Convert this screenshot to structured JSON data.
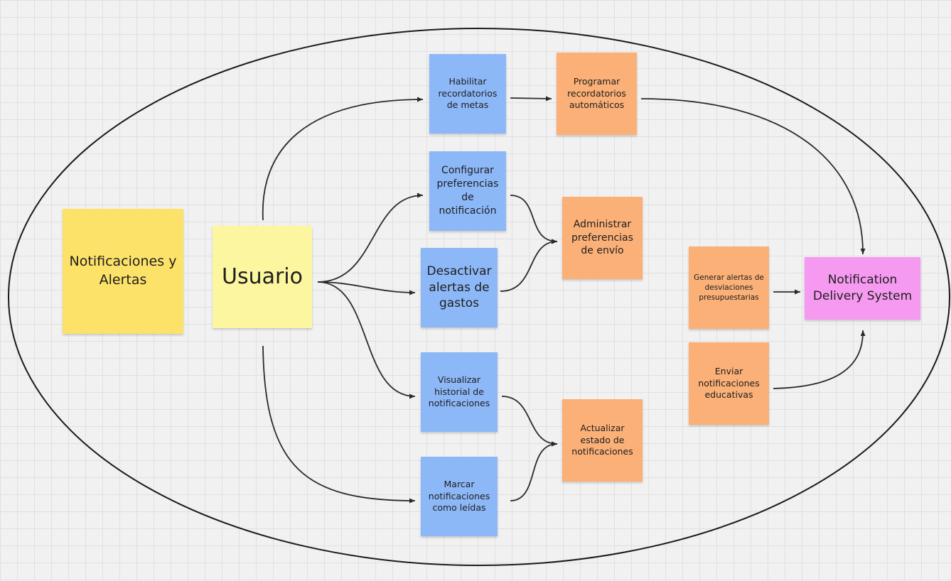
{
  "boundary": {
    "label": ""
  },
  "stickies": {
    "title": "Notificaciones y Alertas",
    "actor": "Usuario",
    "habilitar": "Habilitar recordatorios de metas",
    "configurar": "Configurar preferencias de notificación",
    "desactivar": "Desactivar alertas de gastos",
    "visualizar": "Visualizar historial de notificaciones",
    "marcar": "Marcar notificaciones como leídas",
    "programar": "Programar recordatorios automáticos",
    "administrar": "Administrar preferencias de envío",
    "actualizar": "Actualizar estado de notificaciones",
    "generar": "Generar alertas de desviaciones presupuestarias",
    "enviar": "Enviar notificaciones educativas",
    "system": "Notification Delivery System"
  },
  "colors": {
    "yellow": "#fde26a",
    "light_yellow": "#fcf6a0",
    "blue": "#8db8f8",
    "orange": "#fbb077",
    "pink": "#f59af0",
    "line": "#2a2a2a",
    "grid_background": "#f1f1f1"
  },
  "connectors": [
    {
      "from": "actor",
      "to": "habilitar"
    },
    {
      "from": "actor",
      "to": "configurar"
    },
    {
      "from": "actor",
      "to": "desactivar"
    },
    {
      "from": "actor",
      "to": "visualizar"
    },
    {
      "from": "actor",
      "to": "marcar"
    },
    {
      "from": "habilitar",
      "to": "programar"
    },
    {
      "from": "configurar",
      "to": "administrar"
    },
    {
      "from": "desactivar",
      "to": "administrar"
    },
    {
      "from": "visualizar",
      "to": "actualizar"
    },
    {
      "from": "marcar",
      "to": "actualizar"
    },
    {
      "from": "programar",
      "to": "system"
    },
    {
      "from": "generar",
      "to": "system"
    },
    {
      "from": "enviar",
      "to": "system"
    }
  ]
}
